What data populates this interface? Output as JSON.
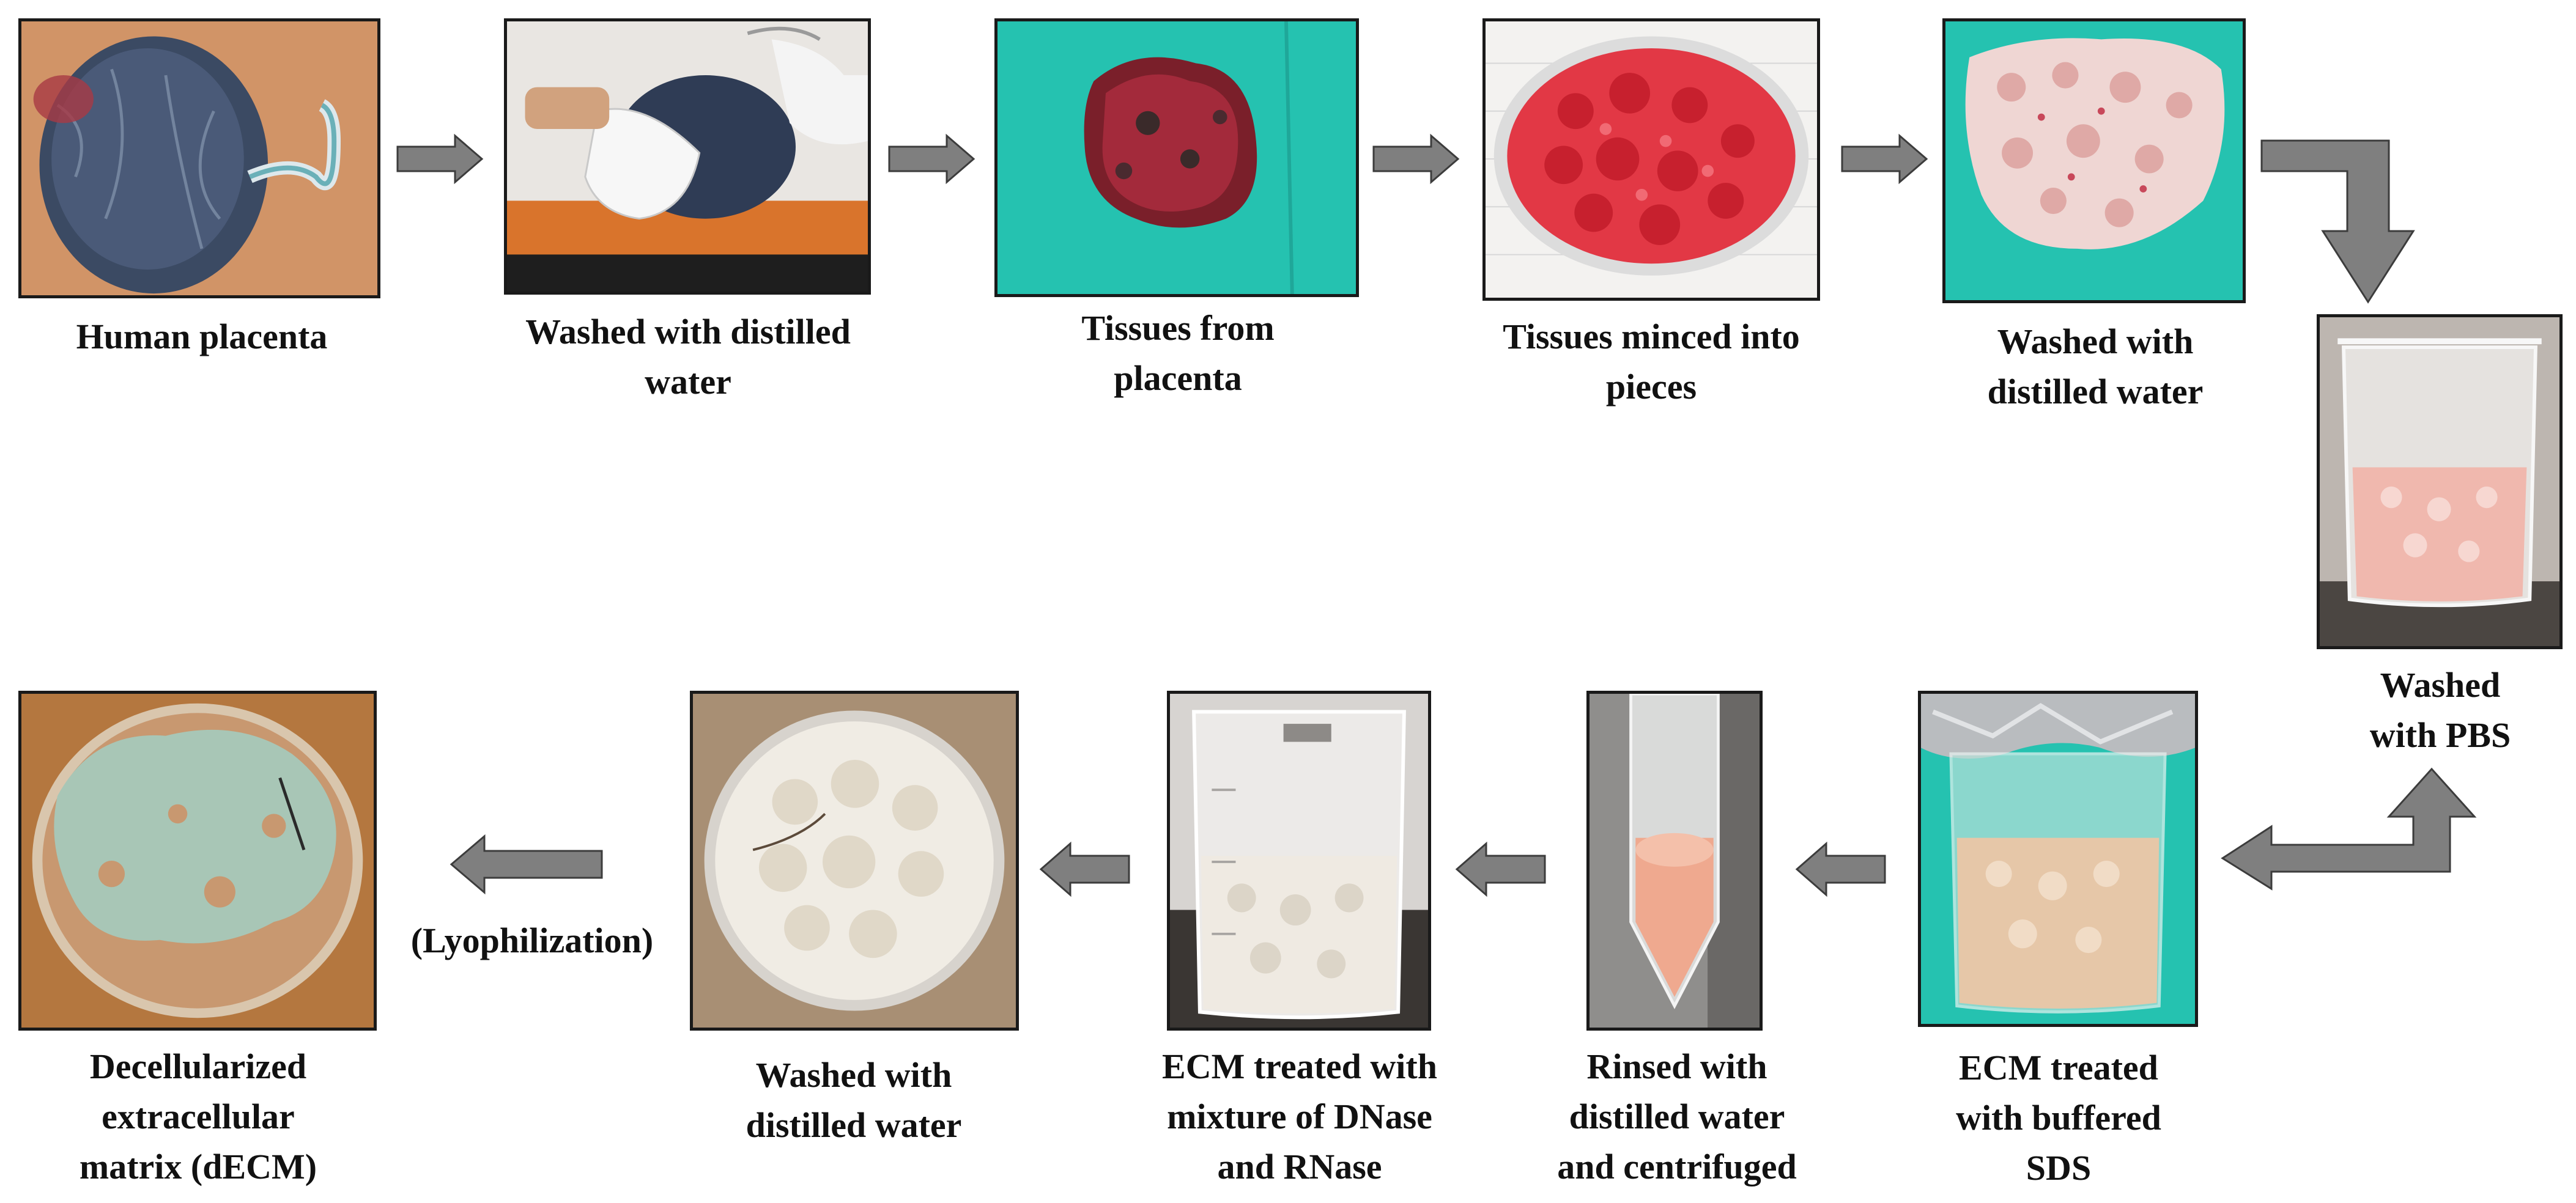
{
  "steps": [
    {
      "caption": "Human placenta"
    },
    {
      "caption": "Washed with distilled\nwater"
    },
    {
      "caption": "Tissues from\nplacenta"
    },
    {
      "caption": "Tissues minced into\npieces"
    },
    {
      "caption": "Washed with\ndistilled water"
    },
    {
      "caption": "Washed\nwith PBS"
    },
    {
      "caption": "ECM treated\nwith buffered\nSDS"
    },
    {
      "caption": "Rinsed with\ndistilled water\nand centrifuged"
    },
    {
      "caption": "ECM treated with\nmixture of DNase\nand RNase"
    },
    {
      "caption": "Washed with\ndistilled water"
    },
    {
      "caption": "Decellularized\nextracellular\nmatrix (dECM)"
    }
  ],
  "process_note": "(Lyophilization)",
  "colors": {
    "arrow_fill": "#7f7f7f",
    "arrow_stroke": "#3c3c3c",
    "teal_background": "#25c2b0",
    "photo_border": "#1a1a1a"
  }
}
